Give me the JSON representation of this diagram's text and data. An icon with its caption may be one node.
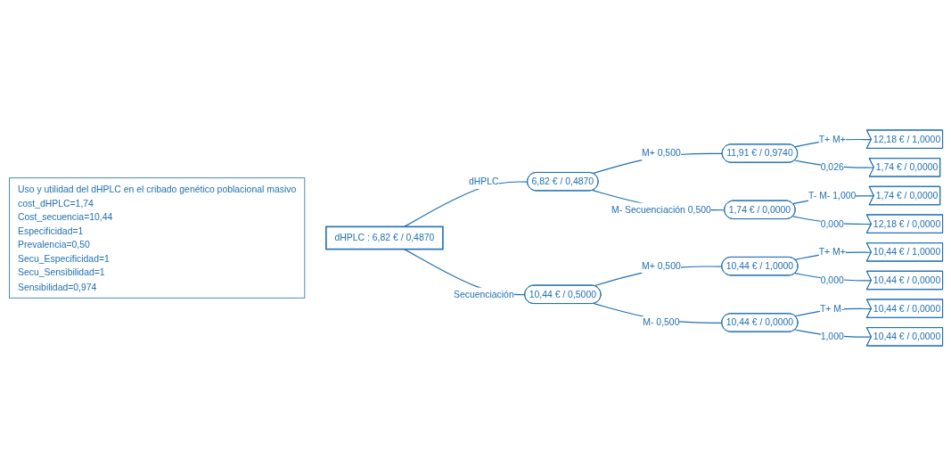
{
  "diagram": {
    "nodes": [
      {
        "text": [
          "Uso y utilidad del dHPLC en el cribado genético poblacional masivo",
          "cost_dHPLC=1,74",
          "Cost_secuencia=10,44",
          "Especificidad=1",
          "Prevalencia=0,50",
          "Secu_Especificidad=1",
          "Secu_Sensibilidad=1",
          "Sensibilidad=0,974"
        ]
      },
      {
        "text": [
          "dHPLC : 6,82 € / 0,4870"
        ]
      },
      {
        "text": [
          "6,82 € / 0,4870"
        ]
      },
      {
        "text": [
          "11,91 € / 0,9740"
        ]
      },
      {
        "text": [
          "12,18 € / 1,0000"
        ]
      },
      {
        "text": [
          "1,74 € / 0,0000"
        ]
      },
      {
        "text": [
          "1,74 € / 0,0000"
        ]
      },
      {
        "text": [
          "1,74 € / 0,0000"
        ]
      },
      {
        "text": [
          "12,18 € / 0,0000"
        ]
      },
      {
        "text": [
          "10,44 € / 0,5000"
        ]
      },
      {
        "text": [
          "10,44 € / 1,0000"
        ]
      },
      {
        "text": [
          "10,44 € / 1,0000"
        ]
      },
      {
        "text": [
          "10,44 € / 0,0000"
        ]
      },
      {
        "text": [
          "10,44 € / 0,0000"
        ]
      },
      {
        "text": [
          "10,44 € / 0,0000"
        ]
      },
      {
        "text": [
          "10,44 € / 0,0000"
        ]
      }
    ],
    "edges": [
      {
        "from": 1,
        "to": 2,
        "arrow": "none",
        "label": "dHPLC"
      },
      {
        "from": 2,
        "to": 3,
        "arrow": "none",
        "label": "M+ 0,500"
      },
      {
        "from": 3,
        "to": 4,
        "arrow": "none",
        "label": "T+ M+"
      },
      {
        "from": 3,
        "to": 5,
        "arrow": "none",
        "label": "0,026"
      },
      {
        "from": 2,
        "to": 6,
        "arrow": "none",
        "label": "M- Secuenciación 0,500"
      },
      {
        "from": 6,
        "to": 7,
        "arrow": "none",
        "label": "T- M- 1,000"
      },
      {
        "from": 6,
        "to": 8,
        "arrow": "none",
        "label": "0,000"
      },
      {
        "from": 1,
        "to": 9,
        "arrow": "none",
        "label": "Secuenciación"
      },
      {
        "from": 9,
        "to": 10,
        "arrow": "none",
        "label": "M+ 0,500"
      },
      {
        "from": 10,
        "to": 11,
        "arrow": "none",
        "label": "T+ M+"
      },
      {
        "from": 10,
        "to": 12,
        "arrow": "none",
        "label": "0,000"
      },
      {
        "from": 9,
        "to": 13,
        "arrow": "none",
        "label": "M- 0,500"
      },
      {
        "from": 13,
        "to": 14,
        "arrow": "none",
        "label": "T+ M-"
      },
      {
        "from": 13,
        "to": 15,
        "arrow": "none",
        "label": "1,000"
      }
    ]
  }
}
